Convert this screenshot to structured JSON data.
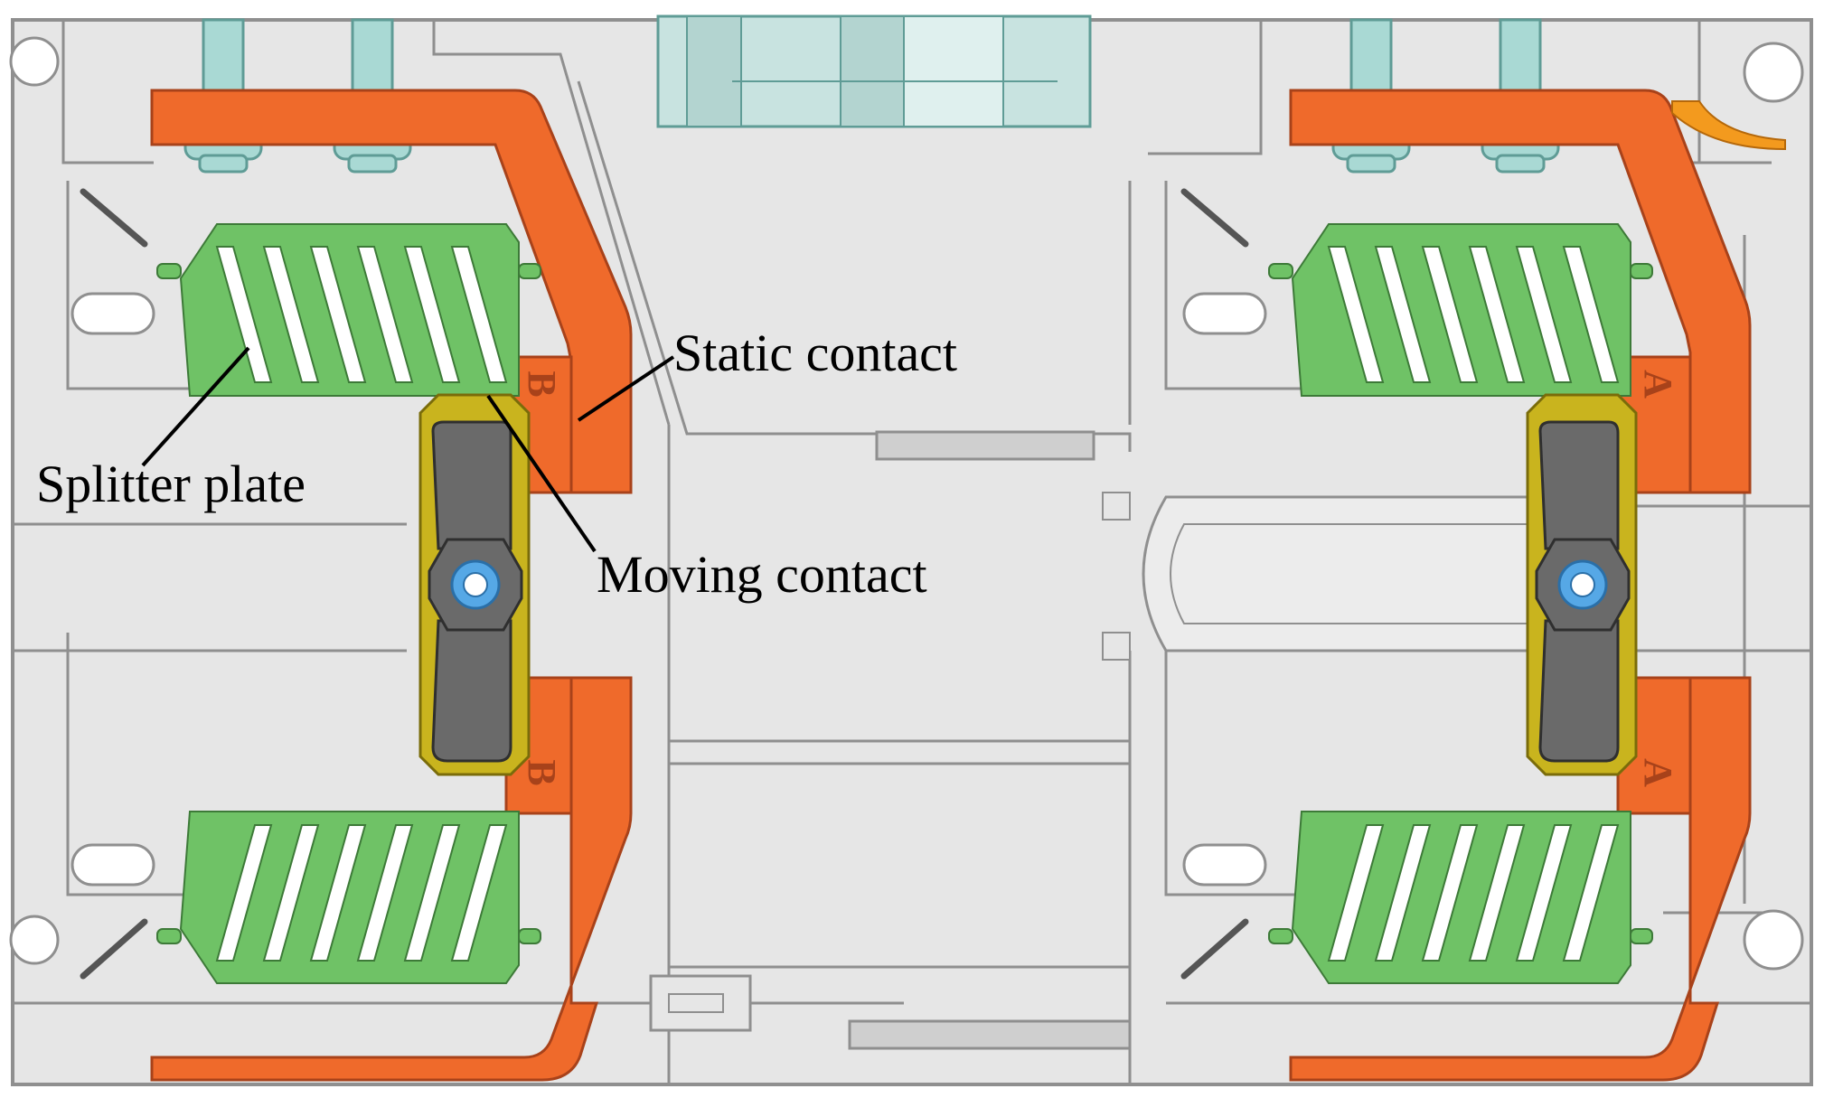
{
  "labels": {
    "static_contact": "Static contact",
    "splitter_plate": "Splitter plate",
    "moving_contact": "Moving contact"
  },
  "markings": {
    "left_upper": "B",
    "left_lower": "B",
    "right_upper": "A",
    "right_lower": "A"
  },
  "colors": {
    "housing": "#e6e6e6",
    "outline": "#8f8f8f",
    "static_contact": "#ef6a2b",
    "splitter_plate": "#6fc266",
    "moving_contact": "#6a6a6a",
    "holder": "#c9b41e",
    "pivot": "#56a8e6",
    "terminal": "#a9d9d4",
    "spring_piece": "#f39a1e",
    "annotation": "#000000"
  }
}
